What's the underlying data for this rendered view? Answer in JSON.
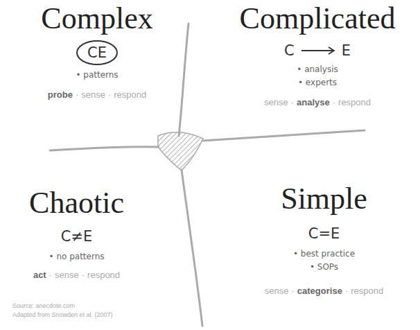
{
  "diagram": {
    "nodes": [
      {
        "text": [
          "Complex",
          "• patterns",
          "probe",
          "·",
          "sense",
          "·",
          "respond"
        ]
      },
      {
        "text": [
          "CE"
        ],
        "in": 0
      },
      {
        "text": [
          "Complicated",
          "C",
          "E",
          "• analysis",
          "• experts",
          "sense",
          "·",
          "analyse",
          "·",
          "respond"
        ]
      },
      {
        "text": [
          "Chaotic",
          "C≠E",
          "• no patterns",
          "act",
          "·",
          "sense",
          "·",
          "respond"
        ]
      },
      {
        "text": [
          "Simple",
          "C=E",
          "• best practice",
          "• SOPs",
          "sense",
          "·",
          "categorise",
          "·",
          "respond"
        ]
      }
    ],
    "labels": [
      "Source: anecdote.com",
      "Adapted from Snowden et al. (2007)"
    ]
  }
}
